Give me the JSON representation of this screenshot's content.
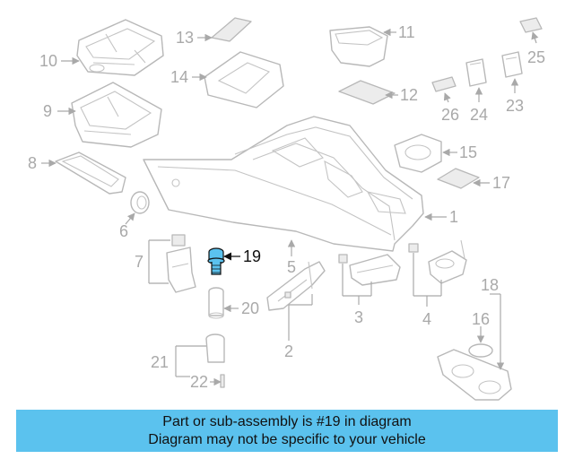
{
  "diagram": {
    "highlight_color": "#5bc2ee",
    "highlighted_part": "19",
    "callouts": [
      "1",
      "2",
      "3",
      "4",
      "5",
      "6",
      "7",
      "8",
      "9",
      "10",
      "11",
      "12",
      "13",
      "14",
      "15",
      "16",
      "17",
      "18",
      "19",
      "20",
      "21",
      "22",
      "23",
      "24",
      "25",
      "26"
    ]
  },
  "banner": {
    "background": "#5bc2ee",
    "line1": "Part or sub-assembly is #19 in diagram",
    "line2": "Diagram may not be specific to your vehicle"
  }
}
